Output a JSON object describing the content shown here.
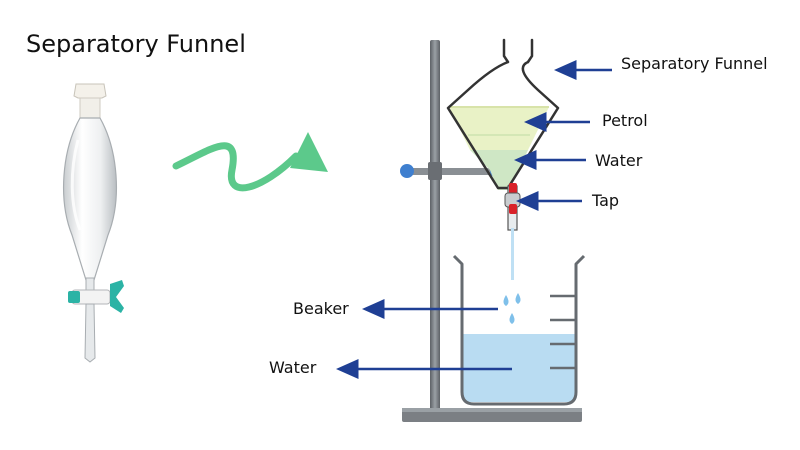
{
  "title": "Separatory Funnel",
  "labels": {
    "separatory_funnel": "Separatory Funnel",
    "petrol": "Petrol",
    "water_upper": "Water",
    "tap": "Tap",
    "beaker": "Beaker",
    "water_lower": "Water"
  },
  "colors": {
    "arrow_label": "#1f3f94",
    "curved_arrow": "#5cc98b",
    "petrol": "#e9f2c6",
    "water_in_funnel": "#cfe7c5",
    "water_in_beaker": "#b9dcf2",
    "tap_red": "#d9222a",
    "stand": "#7b7f84",
    "clamp_knob": "#3f7fcf",
    "stopcock_teal": "#2bb3a5"
  }
}
